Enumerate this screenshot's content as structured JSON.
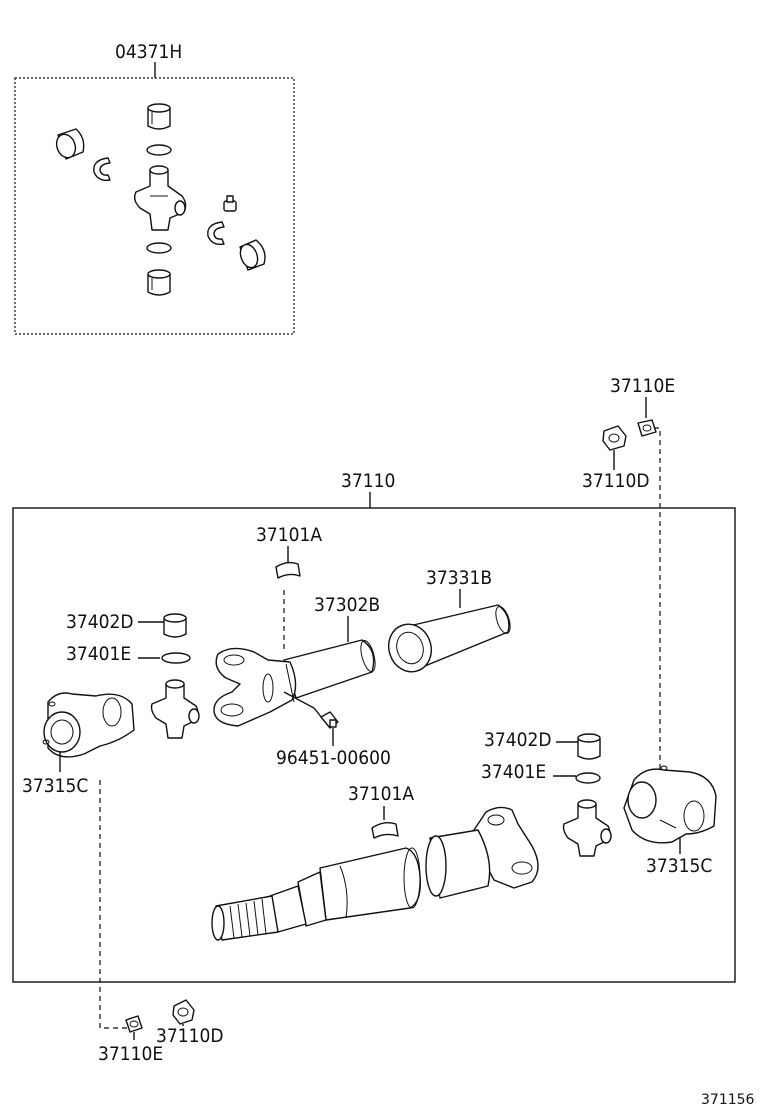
{
  "labels": {
    "kit": "04371H",
    "assembly": "37110",
    "nut_top_e": "37110E",
    "nut_top_d": "37110D",
    "yoke_top_pad": "37101A",
    "yoke_mid_pad": "37101A",
    "tube": "37302B",
    "boot": "37331B",
    "bearing_left": "37402D",
    "snap_left": "37401E",
    "bearing_right": "37402D",
    "snap_right": "37401E",
    "flange_left": "37315C",
    "flange_right": "37315C",
    "grease_fitting": "96451-00600",
    "nut_bottom_d": "37110D",
    "nut_bottom_e": "37110E"
  },
  "figure_number": "371156"
}
